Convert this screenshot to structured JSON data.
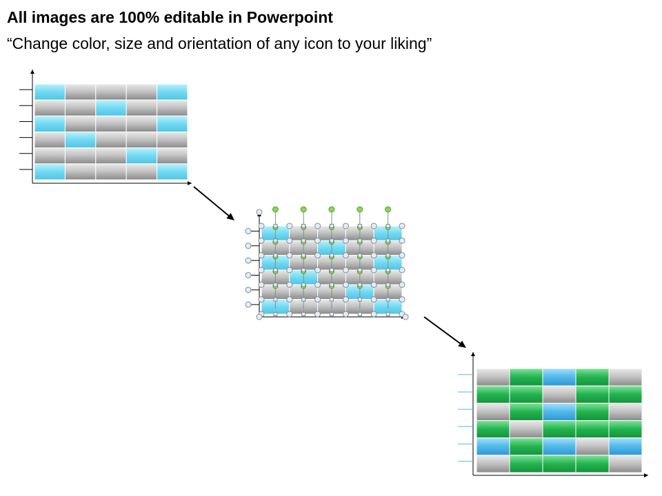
{
  "slide": {
    "title": "All images are 100% editable in Powerpoint",
    "subtitle": "“Change color, size and orientation of any icon to your liking”"
  },
  "colors": {
    "cyan": "#6fd9f2",
    "grey": "#b8b8b8",
    "green": "#22b34f",
    "blue": "#4fb8ea",
    "axis": "#000000",
    "handle_fill": "#e6edf2",
    "handle_stroke": "#7f8c99",
    "rotate_handle": "#8fd45a"
  },
  "icons": [
    {
      "name": "grid-chart-cyan",
      "columns": 5,
      "pattern": [
        "cgggc",
        "ggcgg",
        "cgggc",
        "gcggg",
        "gggcg",
        "cgggc"
      ]
    },
    {
      "name": "grid-chart-selected",
      "columns": 5,
      "pattern": [
        "cgggc",
        "ggcgg",
        "cgggc",
        "gcggg",
        "gggcg",
        "cgggc"
      ]
    },
    {
      "name": "grid-chart-green",
      "columns": 5,
      "pattern": [
        "gbbbg",
        "bbgbb",
        "gbbbg",
        "bgbbb",
        "bbbgb",
        "gbbbg"
      ]
    }
  ],
  "arrows": [
    {
      "name": "arrow-1"
    },
    {
      "name": "arrow-2"
    }
  ]
}
